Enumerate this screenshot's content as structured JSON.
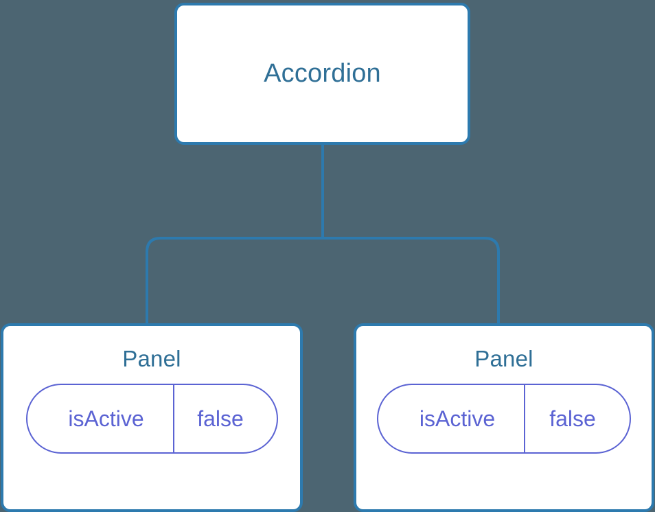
{
  "theme": {
    "background": "#4C6572",
    "node_border": "#2D7AAE",
    "node_fill": "#FFFFFF",
    "node_title_color": "#2F6F96",
    "connector_color": "#2D7AAE",
    "pill_color": "#5B63D3"
  },
  "tree": {
    "root": {
      "title": "Accordion"
    },
    "children": [
      {
        "title": "Panel",
        "state": {
          "key": "isActive",
          "value": "false"
        }
      },
      {
        "title": "Panel",
        "state": {
          "key": "isActive",
          "value": "false"
        }
      }
    ]
  }
}
